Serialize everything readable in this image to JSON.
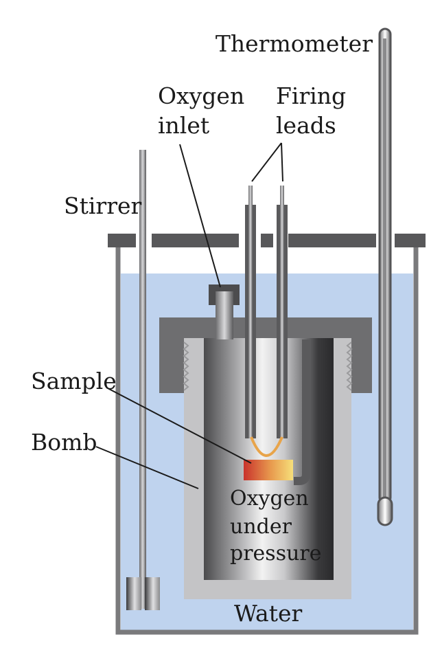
{
  "labels": {
    "thermometer": "Thermometer",
    "oxygen_inlet_line1": "Oxygen",
    "oxygen_inlet_line2": "inlet",
    "firing_leads_line1": "Firing",
    "firing_leads_line2": "leads",
    "stirrer": "Stirrer",
    "sample": "Sample",
    "bomb": "Bomb",
    "oxygen_under_pressure_line1": "Oxygen",
    "oxygen_under_pressure_line2": "under",
    "oxygen_under_pressure_line3": "pressure",
    "water": "Water"
  },
  "colors": {
    "water": "#bfd3ee",
    "lid": "#58585a",
    "bomb_cap": "#6e6e70",
    "bomb_jacket": "#c4c4c6",
    "outline": "#6a6a6c",
    "sample_left": "#c9322c",
    "sample_right": "#f6df7a",
    "fuse_wire": "#e8a44a"
  }
}
